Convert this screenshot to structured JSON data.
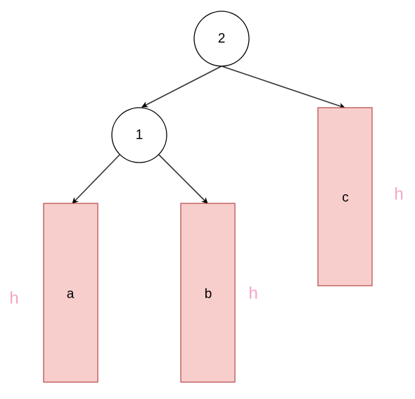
{
  "colors": {
    "subtree_fill": "#f8cecc",
    "subtree_stroke": "#b85450",
    "height_label": "#f4a6c8",
    "edge": "#333333",
    "node_stroke": "#000000"
  },
  "nodes": [
    {
      "id": "2",
      "label": "2"
    },
    {
      "id": "1",
      "label": "1"
    }
  ],
  "subtrees": [
    {
      "id": "a",
      "label": "a",
      "height_label": "h"
    },
    {
      "id": "b",
      "label": "b",
      "height_label": "h"
    },
    {
      "id": "c",
      "label": "c",
      "height_label": "h"
    }
  ],
  "edges": [
    {
      "from": "2",
      "to": "1"
    },
    {
      "from": "2",
      "to": "c"
    },
    {
      "from": "1",
      "to": "a"
    },
    {
      "from": "1",
      "to": "b"
    }
  ]
}
